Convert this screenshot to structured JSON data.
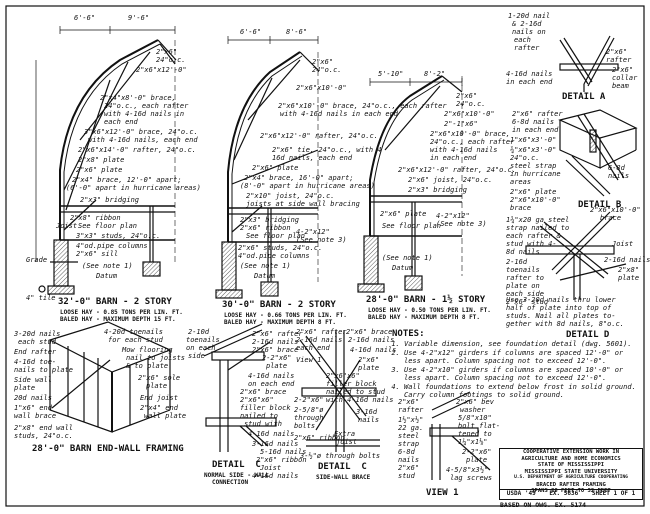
{
  "barn32": {
    "dims_top": [
      "6'-6\"",
      "9'-6\""
    ],
    "labels": [
      "2\"x6\"",
      "24\"o.c.",
      "2\"x6\"x12'-0\"",
      "2\"x4\"x8'-0\" brace,",
      "24\"o.c., each rafter",
      "with 4-16d nails in",
      "each end",
      "3\"x6\"x12'-0\" brace, 24\"o.c.",
      "with 4-16d nails, each end",
      "2\"x6\"x14'-0\" rafter, 24\"o.c.",
      "2\"x8\" plate",
      "2\"x6\" plate",
      "2\"x4\" brace, 12'-0\" apart;",
      "(6'-0\" apart in hurricane areas)",
      "2\"x3\" bridging",
      "2\"x8\" ribbon",
      "Joist",
      "See floor plan",
      "3\"x3\" studs, 24\"o.c.",
      "4\"od.pipe columns",
      "2\"x6\" sill",
      "(See note 1)",
      "Datum",
      "Grade",
      "4\" tile"
    ],
    "title": "32'-0\" BARN - 2 STORY",
    "sub1": "LOOSE HAY - 0.85 TONS PER LIN. FT.",
    "sub2": "BALED HAY - MAXIMUM DEPTH 15 FT."
  },
  "barn30": {
    "dims_top": [
      "6'-6\"",
      "8'-6\""
    ],
    "labels": [
      "2\"x6\"",
      "24\"o.c.",
      "2\"x6\"x10'-0\"",
      "2\"x6\"x10'-0\" brace, 24\"o.c., each rafter",
      "with 4-16d nails in each end",
      "2\"x6\"x12'-0\" rafter, 24\"o.c.",
      "2\"x6\" tie, 24\"o.c., with 4",
      "16d nails, each end",
      "2\"x6\" plate",
      "2\"x4\" brace, 16'-0\" apart;",
      "(8'-0\" apart in hurricane areas)",
      "2\"x10\" joist, 24\"o.c.",
      "joists at side wall bracing",
      "2\"x3\" bridging",
      "2\"x6\" ribbon",
      "See floor plan",
      "2\"x6\" studs, 24\"o.c.",
      "4\"od.pipe columns",
      "(See note 1)",
      "Datum",
      "4-2\"x12\"",
      "(See note 3)"
    ],
    "title": "30'-0\" BARN - 2 STORY",
    "sub1": "LOOSE HAY - 0.66 TONS PER LIN. FT.",
    "sub2": "BALED HAY - MAXIMUM DEPTH 8 FT."
  },
  "barn28": {
    "dims_top": [
      "5'-10\"",
      "8'-2\""
    ],
    "labels": [
      "2\"x6\"",
      "24\"o.c.",
      "2\"x6\"x10'-0\"",
      "2\"-1\"x6\"",
      "2\"x6\"x10'-0\" brace,",
      "24\"o.c., each rafter",
      "with 4-16d nails",
      "in each end",
      "2\"x6\"x12'-0\" rafter, 24\"o.c.",
      "2\"x6\" joist, 24\"o.c.",
      "2\"x3\" bridging",
      "2\"x6\" plate",
      "See floor plan",
      "(See note 1)",
      "Datum",
      "4-2\"x12\"",
      "(See note 3)"
    ],
    "title": "28'-0\" BARN - 1½ STORY",
    "sub1": "LOOSE HAY - 0.50 TONS PER LIN. FT.",
    "sub2": "BALED HAY - MAXIMUM DEPTH 8 FT."
  },
  "detail_a": {
    "labels": [
      "1-20d nail",
      "& 2-16d",
      "nails on",
      "each",
      "rafter",
      "2\"x6\"",
      "rafter",
      "4-16d nails",
      "in each end",
      "2\"x6\"",
      "collar",
      "beam"
    ],
    "title": "DETAIL A"
  },
  "detail_b": {
    "labels": [
      "2\"x6\" rafter",
      "6-8d nails",
      "in each end",
      "1\"x6\"x3'-0\"",
      "¾\"x6\"x3'-0\"",
      "24\"o.c.",
      "steel strap",
      "in hurricane",
      "areas",
      "6-8d",
      "nails",
      "2\"x6\" plate",
      "2\"x6\"x10'-0\"",
      "brace"
    ],
    "title": "DETAIL B"
  },
  "detail_d": {
    "labels": [
      "2\"x6\"x10'-0\"",
      "brace",
      "1¾\"x20 ga steel",
      "strap nailed to",
      "each rafter &",
      "stud with 4-",
      "8d nails",
      "2-16d",
      "toenails",
      "rafter to",
      "plate on",
      "each side",
      "2\"x6\" stud",
      "Joist",
      "2-16d nails",
      "2\"x8\"",
      "plate",
      "Use 3-20d nails thru lower",
      "half of plate into top of",
      "studs. Nail all plates to-",
      "gether with 8d nails, 8\"o.c."
    ],
    "title": "DETAIL D"
  },
  "endwall": {
    "labels": [
      "3-20d nails",
      "each stud",
      "End rafter",
      "4-16d toe-",
      "nails to plate",
      "Side wall",
      "plate",
      "20d nails",
      "1\"x6\" end",
      "wall brace",
      "2\"x8\" end wall",
      "studs, 24\"o.c.",
      "4-20d toenails",
      "for each stud",
      "Mow flooring",
      "nail to joists",
      "& to plate",
      "2\"x6\" sole",
      "plate",
      "End joist",
      "2\"x4\" end",
      "wall plate"
    ],
    "title": "28'-0\" BARN END-WALL FRAMING"
  },
  "detail_c1": {
    "labels": [
      "2-10d",
      "toenails",
      "on each",
      "side",
      "2\"x6\" rafter",
      "2-16d nails",
      "2\"x6\" brace",
      "2-2\"x6\"",
      "plate",
      "4-16d nails",
      "on each end",
      "2\"x6\" brace",
      "2\"x6\"x6\"",
      "filler block",
      "nailed to",
      "stud with",
      "4-16d nails",
      "3-16d nails",
      "5-16d nails",
      "2\"x6\" ribbon",
      "Joist",
      "4-16d nails"
    ],
    "title": "DETAIL  C",
    "sub1": "NORMAL SIDE - WALL",
    "sub2": "CONNECTION"
  },
  "detail_c2": {
    "labels": [
      "2\"x6\" rafter",
      "2-16d nails",
      "each end",
      "View 1",
      "2-2\"x6\"",
      "2-5/8\"ø",
      "through",
      "bolts",
      "2\"x6\" ribbon",
      "4-16d nails",
      "2\"x6\"",
      "plate",
      "2\"x6\" brace",
      "2-16d nails",
      "2\"x6\"x6\"",
      "filler block",
      "nailed to stud",
      "with 4-16d nails",
      "3-16d",
      "nails",
      "Extra",
      "joist",
      "3-½\"ø through bolts"
    ],
    "title": "DETAIL  C",
    "sub1": "SIDE-WALL BRACE"
  },
  "view1": {
    "labels": [
      "2\"x6\"",
      "rafter",
      "1½\"x½\"",
      "22 ga.",
      "steel",
      "strap",
      "6-8d",
      "nails",
      "2\"x6\"",
      "stud",
      "2\"x6\" bev",
      "washer",
      "5/8\"x10\"",
      "bolt flat-",
      "tened to",
      "1¼\"x1⅛\"",
      "2-2\"x6\"",
      "plate",
      "4-5/8\"x3½\"",
      "lag screws"
    ],
    "title": "VIEW 1"
  },
  "notes": {
    "heading": "NOTES:",
    "items": [
      "Variable dimension, see foundation detail (dwg. 5601).",
      "Use 4-2\"x12\" girders if columns are spaced 12'-0\" or less apart. Column spacing not to exceed 12'-0\".",
      "Use 4-2\"x10\" girders if columns are spaced 10'-0\" or less apart. Column spacing not to exceed 12'-0\".",
      "Wall foundations to extend below frost in solid ground. Carry column footings to solid ground."
    ]
  },
  "title_block": {
    "lines": [
      "COOPERATIVE EXTENSION WORK IN",
      "AGRICULTURE AND HOME ECONOMICS",
      "STATE OF MISSISSIPPI",
      "MISSISSIPPI STATE UNIVERSITY",
      "U.S. DEPARTMENT OF AGRICULTURE COOPERATING",
      "BRACED RAFTER FRAMING",
      "SPANS 28 FEET TO 32 FEET"
    ],
    "usda": "USDA '49",
    "ex": "EX. 5636",
    "sheet": "SHEET 1 OF 1"
  },
  "footer": "BASED ON OWG. EX. 5174"
}
